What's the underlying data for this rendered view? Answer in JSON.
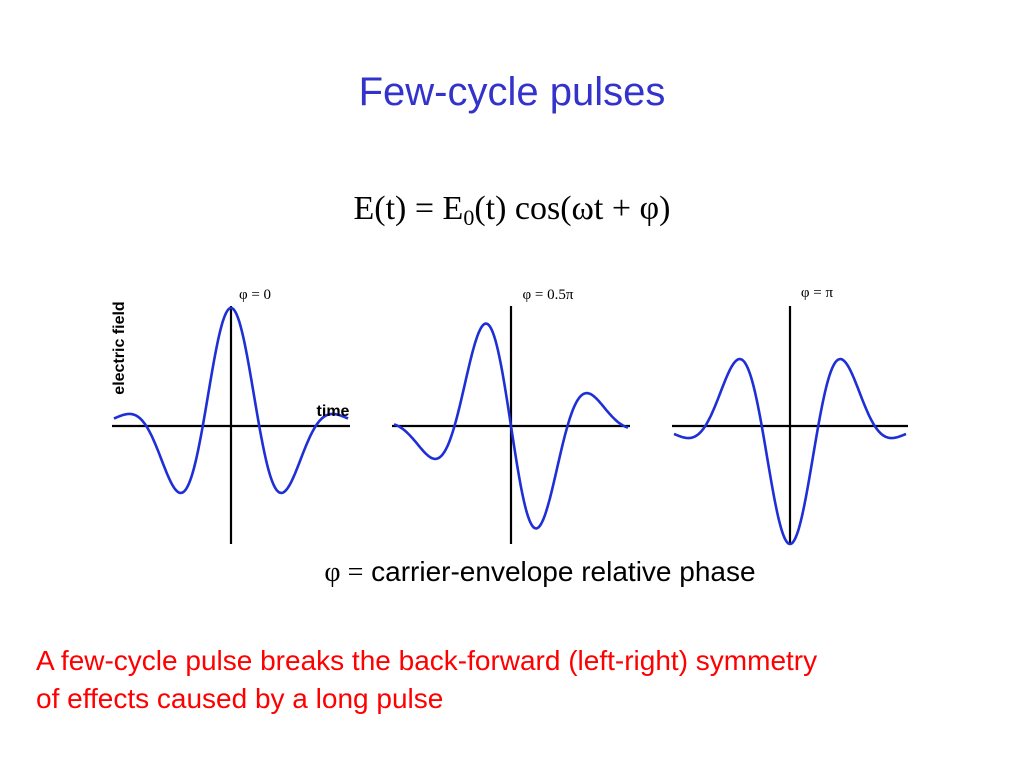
{
  "slide": {
    "title": "Few-cycle pulses",
    "formula": {
      "lhs": "E(t) = E",
      "sub": "0",
      "rhs": "(t) cos(ωt + φ)"
    },
    "caption": {
      "symbol": "φ =",
      "text": " carrier-envelope relative phase"
    },
    "note": {
      "line1": "A few-cycle pulse breaks the back-forward (left-right) symmetry",
      "line2": "of effects caused by a long pulse"
    },
    "colors": {
      "title": "#3333cc",
      "curve": "#1f2fd6",
      "note": "#ff0000"
    }
  },
  "chart_data": [
    {
      "type": "line",
      "phase_label": "φ = 0",
      "phase_rad": 0,
      "ylabel": "electric field",
      "xlabel": "time"
    },
    {
      "type": "line",
      "phase_label": "φ = 0.5π",
      "phase_rad": 1.5708
    },
    {
      "type": "line",
      "phase_label": "φ = π",
      "phase_rad": 3.1416
    }
  ]
}
